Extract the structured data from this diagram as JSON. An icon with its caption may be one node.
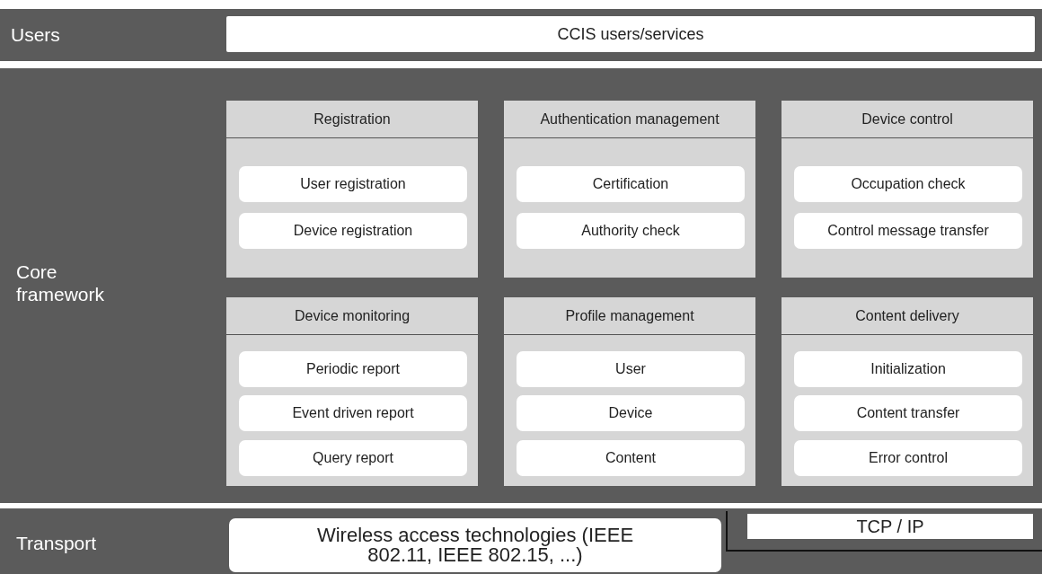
{
  "diagram": {
    "nodes": [
      {
        "text": [
          "Users"
        ]
      },
      {
        "text": [
          "CCIS users/services"
        ],
        "in": 0
      },
      {
        "text": [
          "Core framework"
        ]
      },
      {
        "text": [
          "Registration"
        ],
        "in": 2
      },
      {
        "text": [
          "User registration"
        ],
        "in": 3
      },
      {
        "text": [
          "Device registration"
        ],
        "in": 3
      },
      {
        "text": [
          "Authentication management"
        ],
        "in": 2
      },
      {
        "text": [
          "Certification"
        ],
        "in": 6
      },
      {
        "text": [
          "Authority check"
        ],
        "in": 6
      },
      {
        "text": [
          "Device control"
        ],
        "in": 2
      },
      {
        "text": [
          "Occupation check"
        ],
        "in": 9
      },
      {
        "text": [
          "Control message transfer"
        ],
        "in": 9
      },
      {
        "text": [
          "Device monitoring"
        ],
        "in": 2
      },
      {
        "text": [
          "Periodic report"
        ],
        "in": 12
      },
      {
        "text": [
          "Event driven report"
        ],
        "in": 12
      },
      {
        "text": [
          "Query report"
        ],
        "in": 12
      },
      {
        "text": [
          "Profile management"
        ],
        "in": 2
      },
      {
        "text": [
          "User"
        ],
        "in": 16
      },
      {
        "text": [
          "Device"
        ],
        "in": 16
      },
      {
        "text": [
          "Content"
        ],
        "in": 16
      },
      {
        "text": [
          "Content delivery"
        ],
        "in": 2
      },
      {
        "text": [
          "Initialization"
        ],
        "in": 20
      },
      {
        "text": [
          "Content transfer"
        ],
        "in": 20
      },
      {
        "text": [
          "Error control"
        ],
        "in": 20
      },
      {
        "text": [
          "Transport"
        ]
      },
      {
        "text": [
          "Wireless access technologies (IEEE 802.11, IEEE 802.15, ...)"
        ],
        "in": 24
      },
      {
        "text": [
          "TCP / IP"
        ],
        "in": 24
      }
    ]
  }
}
